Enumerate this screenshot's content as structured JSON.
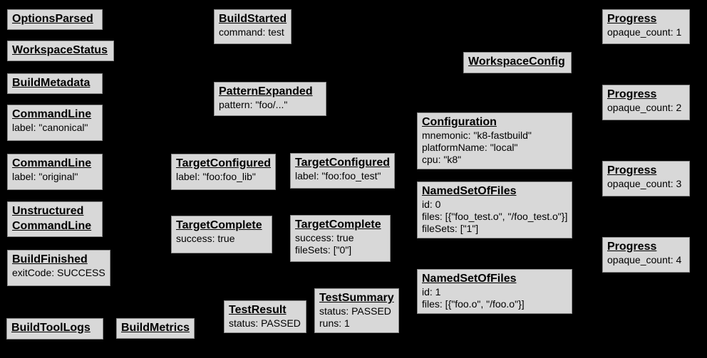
{
  "diagram": {
    "name": "Build Event Protocol event graph",
    "colors": {
      "background": "#000000",
      "node_fill": "#d8d8d8",
      "node_border": "#8a8a8a",
      "text": "#000000"
    },
    "boxes": [
      {
        "title": "OptionsParsed",
        "lines": []
      },
      {
        "title": "WorkspaceStatus",
        "lines": []
      },
      {
        "title": "BuildMetadata",
        "lines": []
      },
      {
        "title": "CommandLine",
        "lines": [
          "label: \"canonical\""
        ]
      },
      {
        "title": "CommandLine",
        "lines": [
          "label: \"original\""
        ]
      },
      {
        "title": "Unstructured CommandLine",
        "lines": []
      },
      {
        "title": "BuildFinished",
        "lines": [
          "exitCode: SUCCESS"
        ]
      },
      {
        "title": "BuildToolLogs",
        "lines": []
      },
      {
        "title": "BuildMetrics",
        "lines": []
      },
      {
        "title": "BuildStarted",
        "lines": [
          "command: test"
        ]
      },
      {
        "title": "PatternExpanded",
        "lines": [
          "pattern: \"foo/...\""
        ]
      },
      {
        "title": "TargetConfigured",
        "lines": [
          "label: \"foo:foo_lib\""
        ]
      },
      {
        "title": "TargetConfigured",
        "lines": [
          "label: \"foo:foo_test\""
        ]
      },
      {
        "title": "TargetComplete",
        "lines": [
          "success: true"
        ]
      },
      {
        "title": "TargetComplete",
        "lines": [
          "success: true",
          "fileSets: [\"0\"]"
        ]
      },
      {
        "title": "TestResult",
        "lines": [
          "status: PASSED"
        ]
      },
      {
        "title": "TestSummary",
        "lines": [
          "status: PASSED",
          "runs: 1"
        ]
      },
      {
        "title": "WorkspaceConfig",
        "lines": []
      },
      {
        "title": "Configuration",
        "lines": [
          "mnemonic: \"k8-fastbuild\"",
          "platformName: \"local\"",
          "cpu: \"k8\""
        ]
      },
      {
        "title": "NamedSetOfFiles",
        "lines": [
          "id: 0",
          "files: [{\"foo_test.o\", \"/foo_test.o\"}]",
          "fileSets: [\"1\"]"
        ]
      },
      {
        "title": "NamedSetOfFiles",
        "lines": [
          "id: 1",
          "files: [{\"foo.o\", \"/foo.o\"}]"
        ]
      },
      {
        "title": "Progress",
        "lines": [
          "opaque_count: 1"
        ]
      },
      {
        "title": "Progress",
        "lines": [
          "opaque_count: 2"
        ]
      },
      {
        "title": "Progress",
        "lines": [
          "opaque_count: 3"
        ]
      },
      {
        "title": "Progress",
        "lines": [
          "opaque_count: 4"
        ]
      }
    ]
  }
}
